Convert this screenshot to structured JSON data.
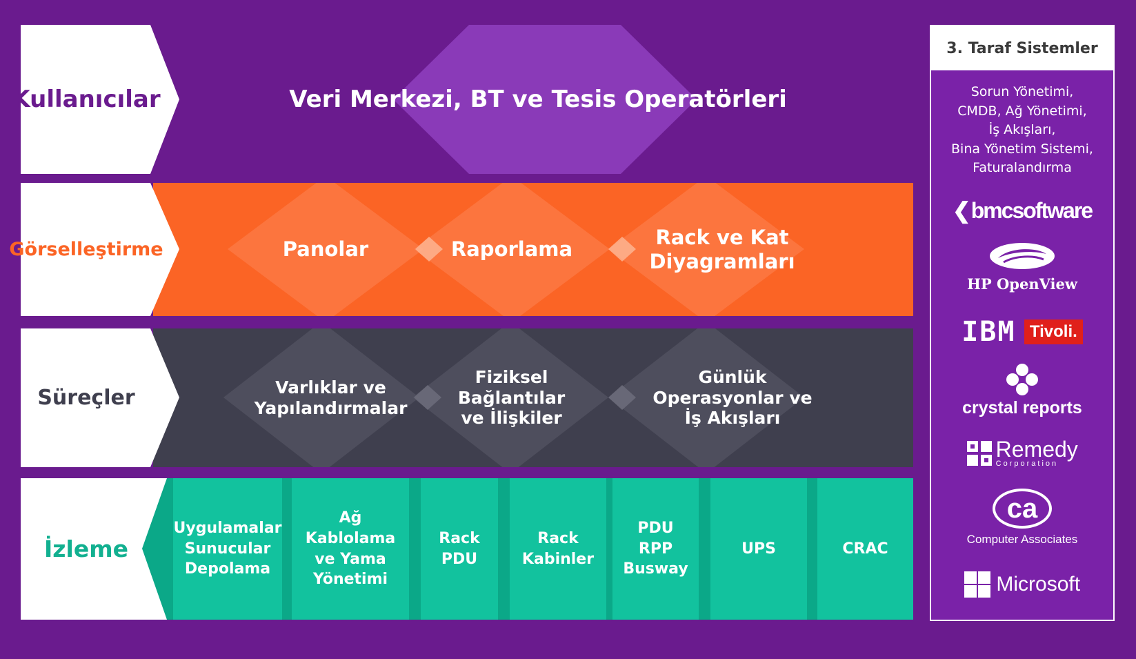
{
  "rows": {
    "users": {
      "label": "Kullanıcılar",
      "title": "Veri Merkezi, BT ve Tesis Operatörleri"
    },
    "visualization": {
      "label": "Görselleştirme",
      "items": [
        "Panolar",
        "Raporlama",
        "Rack ve Kat Diyagramları"
      ]
    },
    "processes": {
      "label": "Süreçler",
      "items": [
        "Varlıklar ve Yapılandırmalar",
        "Fiziksel Bağlantılar ve İlişkiler",
        "Günlük Operasyonlar ve İş Akışları"
      ]
    },
    "monitoring": {
      "label": "İzleme",
      "items": [
        "Uygulamalar Sunucular Depolama",
        "Ağ Kablolama ve Yama Yönetimi",
        "Rack PDU",
        "Rack Kabinler",
        "PDU RPP Busway",
        "UPS",
        "CRAC"
      ]
    }
  },
  "third_party": {
    "title": "3. Taraf Sistemler",
    "description_lines": [
      "Sorun Yönetimi,",
      "CMDB, Ağ Yönetimi,",
      "İş Akışları,",
      "Bina Yönetim Sistemi,",
      "Faturalandırma"
    ],
    "logos": {
      "bmc": "bmcsoftware",
      "hp": "HP OpenView",
      "ibm": "IBM",
      "tivoli": "Tivoli.",
      "crystal": "crystal reports",
      "remedy": "Remedy",
      "remedy_sub": "Corporation",
      "ca": "ca",
      "ca_sub": "Computer Associates",
      "microsoft": "Microsoft"
    }
  },
  "colors": {
    "background": "#6a1b8e",
    "users_label": "#6a1b8e",
    "visualization": "#fb6425",
    "processes": "#3f3f4e",
    "monitoring": "#12c29e",
    "hexagon": "#8a3ab8"
  }
}
